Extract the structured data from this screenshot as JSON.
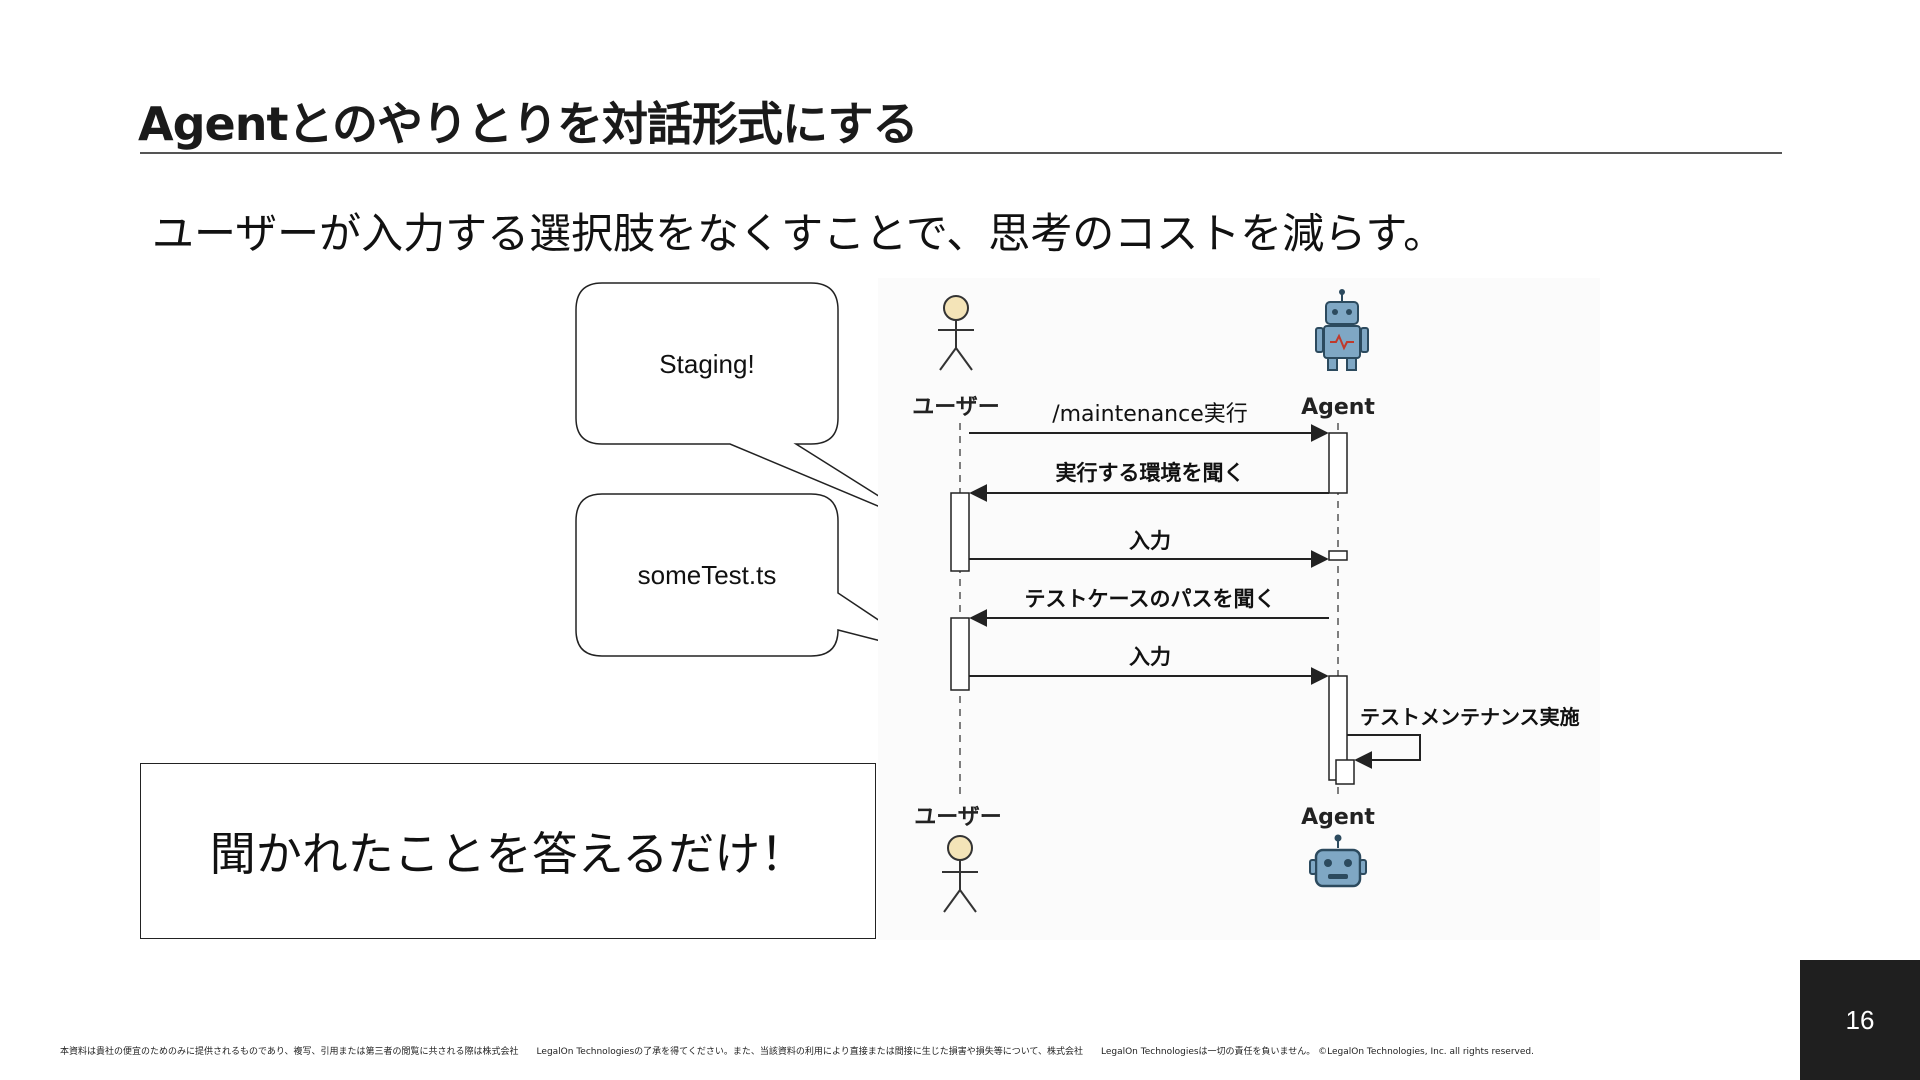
{
  "title": "Agentとのやりとりを対話形式にする",
  "subtitle": "ユーザーが入力する選択肢をなくすことで、思考のコストを減らす。",
  "bubbles": [
    {
      "text": "Staging!"
    },
    {
      "text": "someTest.ts"
    }
  ],
  "callout": "聞かれたことを答えるだけ！",
  "diagram": {
    "actor_user_top": "ユーザー",
    "actor_agent_top": "Agent",
    "actor_user_bottom": "ユーザー",
    "actor_agent_bottom": "Agent",
    "messages": [
      "/maintenance実行",
      "実行する環境を聞く",
      "入力",
      "テストケースのパスを聞く",
      "入力",
      "テストメンテナンス実施"
    ],
    "colors": {
      "actor_head": "#f4e4b8",
      "robot_body": "#7fa7c4",
      "robot_dark": "#2c4a5e"
    }
  },
  "footer": "本資料は貴社の便宜のためのみに提供されるものであり、複写、引用または第三者の閲覧に共される際は株式会社　　LegalOn Technologiesの了承を得てください。また、当該資料の利用により直接または間接に生じた損害や損失等について、株式会社　　LegalOn Technologiesは一切の責任を負いません。 ©LegalOn Technologies, Inc. all rights reserved.",
  "page_number": "16"
}
